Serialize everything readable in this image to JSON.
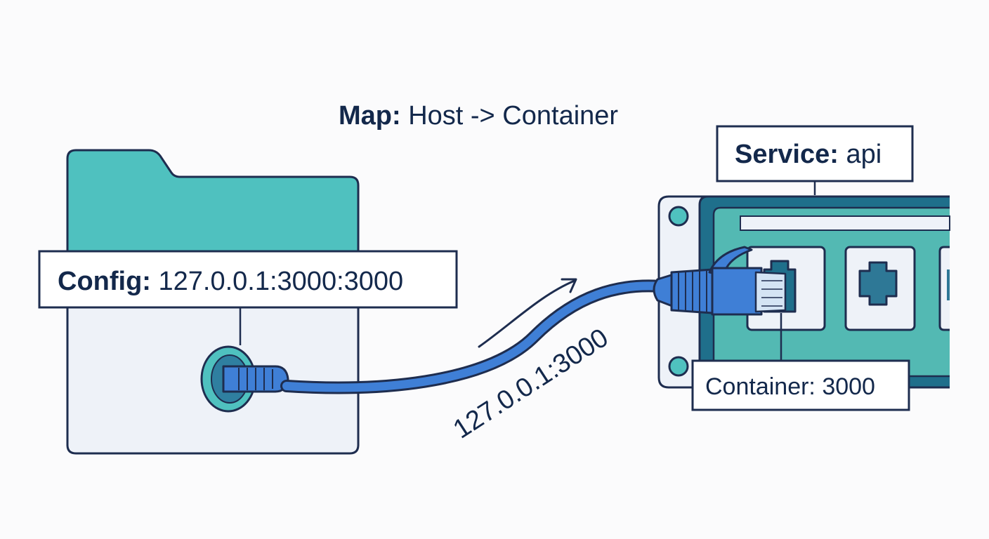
{
  "title": {
    "key": "Map:",
    "value": " Host -> Container"
  },
  "config_label": {
    "key": "Config:",
    "value": " 127.0.0.1:3000:3000"
  },
  "service_label": {
    "key": "Service:",
    "value": " api"
  },
  "cable_label": "127.0.0.1:3000",
  "container_label": "Container: 3000",
  "colors": {
    "outline": "#1e2d4f",
    "teal": "#4fc1bf",
    "folder_body": "#eef2f8",
    "cable": "#3f7fd6",
    "panel_dark": "#1f6f8b",
    "panel_teal": "#53b9b3",
    "panel_plate": "#eef2f8",
    "background": "#fbfbfc"
  }
}
